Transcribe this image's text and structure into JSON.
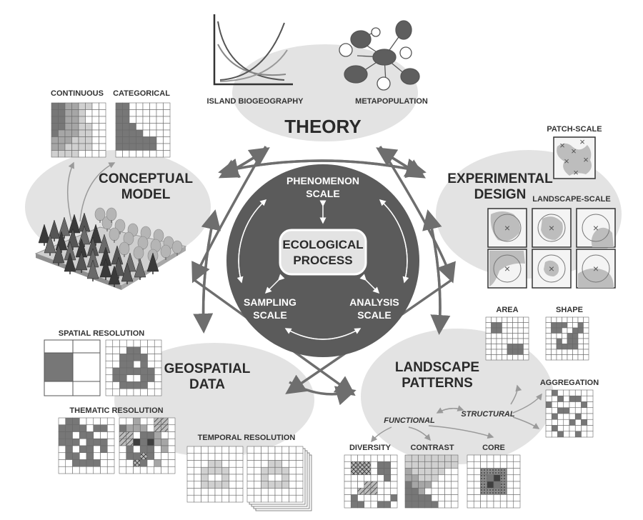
{
  "center": {
    "title_line1": "ECOLOGICAL",
    "title_line2": "PROCESS",
    "phenomenon_line1": "PHENOMENON",
    "phenomenon_line2": "SCALE",
    "sampling_line1": "SAMPLING",
    "sampling_line2": "SCALE",
    "analysis_line1": "ANALYSIS",
    "analysis_line2": "SCALE"
  },
  "theory": {
    "title": "THEORY",
    "island_label": "ISLAND BIOGEOGRAPHY",
    "meta_label": "METAPOPULATION"
  },
  "conceptual": {
    "title_line1": "CONCEPTUAL",
    "title_line2": "MODEL",
    "continuous_label": "CONTINUOUS",
    "categorical_label": "CATEGORICAL"
  },
  "experimental": {
    "title_line1": "EXPERIMENTAL",
    "title_line2": "DESIGN",
    "patch_label": "PATCH-SCALE",
    "landscape_label": "LANDSCAPE-SCALE",
    "marker": "×"
  },
  "geospatial": {
    "title_line1": "GEOSPATIAL",
    "title_line2": "DATA",
    "spatial_label": "SPATIAL RESOLUTION",
    "thematic_label": "THEMATIC RESOLUTION",
    "temporal_label": "TEMPORAL RESOLUTION"
  },
  "patterns": {
    "title_line1": "LANDSCAPE",
    "title_line2": "PATTERNS",
    "area_label": "AREA",
    "shape_label": "SHAPE",
    "aggregation_label": "AGGREGATION",
    "functional_label": "FUNCTIONAL",
    "structural_label": "STRUCTURAL",
    "diversity_label": "DIVERSITY",
    "contrast_label": "CONTRAST",
    "core_label": "CORE"
  },
  "colors": {
    "core_circle": "#5b5b5b",
    "blob": "#e3e3e3",
    "arrow": "#6e6e6e",
    "cell_dark": "#777777",
    "cell_mid": "#a6a6a6",
    "cell_light": "#d0d0d0"
  }
}
